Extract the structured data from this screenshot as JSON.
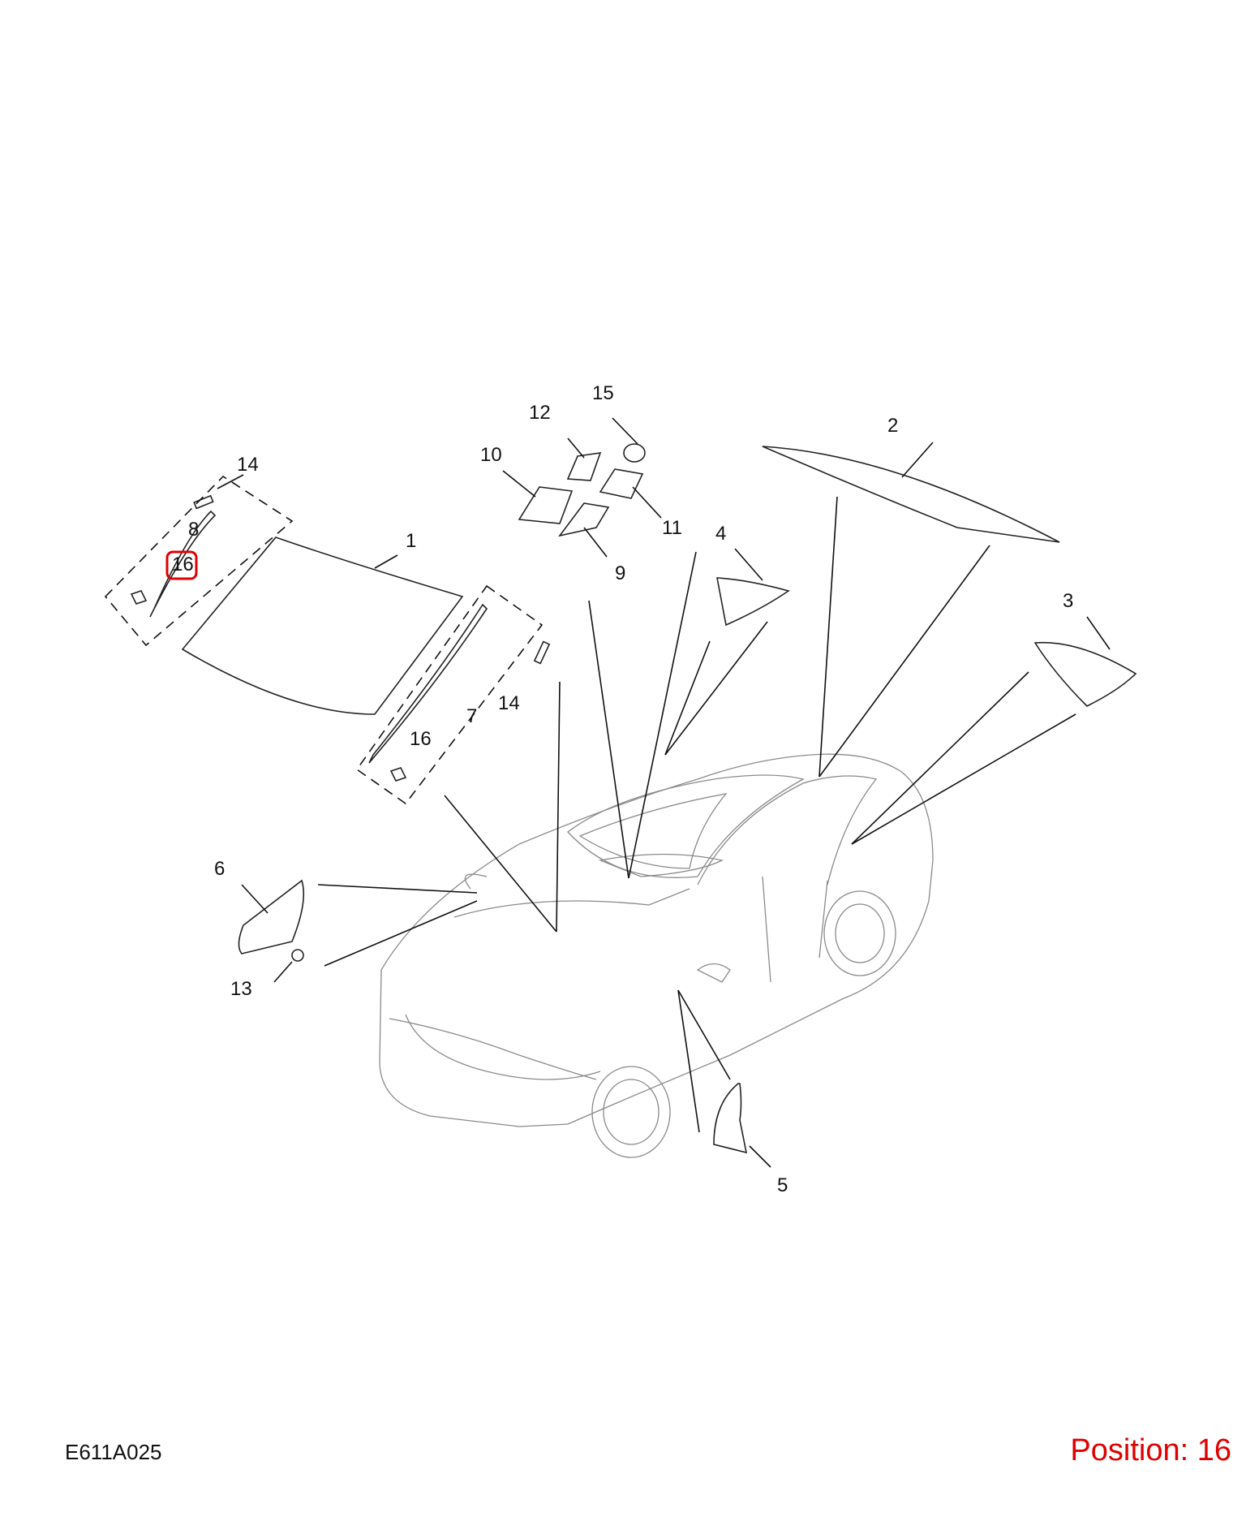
{
  "diagram": {
    "code": "E611A025",
    "position_text": "Position: 16",
    "highlight_color": "#e00000",
    "line_color": "#111111",
    "car_line_color": "#8a8a8a",
    "callouts": {
      "c1": "1",
      "c2": "2",
      "c3": "3",
      "c4": "4",
      "c5": "5",
      "c6": "6",
      "c7": "7",
      "c8": "8",
      "c9": "9",
      "c10": "10",
      "c11": "11",
      "c12": "12",
      "c13": "13",
      "c14a": "14",
      "c14b": "14",
      "c15": "15",
      "c16a": "16",
      "c16b": "16"
    }
  }
}
